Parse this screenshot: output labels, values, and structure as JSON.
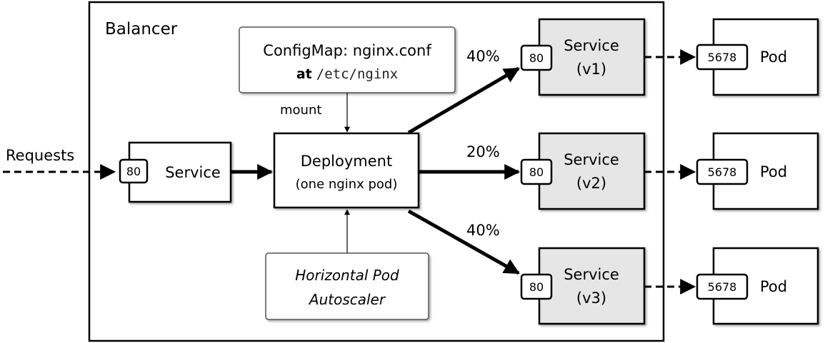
{
  "balancer": {
    "title": "Balancer"
  },
  "requests": {
    "label": "Requests"
  },
  "configmap": {
    "line1": "ConfigMap: nginx.conf",
    "line2_prefix": "at",
    "line2_path": "/etc/nginx"
  },
  "mount": {
    "label": "mount"
  },
  "entry_service": {
    "port": "80",
    "label": "Service"
  },
  "deployment": {
    "line1": "Deployment",
    "line2": "(one nginx pod)"
  },
  "hpa": {
    "line1": "Horizontal Pod",
    "line2": "Autoscaler"
  },
  "services": [
    {
      "port": "80",
      "line1": "Service",
      "line2": "(v1)",
      "weight": "40%"
    },
    {
      "port": "80",
      "line1": "Service",
      "line2": "(v2)",
      "weight": "20%"
    },
    {
      "port": "80",
      "line1": "Service",
      "line2": "(v3)",
      "weight": "40%"
    }
  ],
  "pods": [
    {
      "port": "5678",
      "label": "Pod"
    },
    {
      "port": "5678",
      "label": "Pod"
    },
    {
      "port": "5678",
      "label": "Pod"
    }
  ],
  "colors": {
    "service_fill": "#e6e6e6",
    "box_fill": "#ffffff",
    "stroke": "#000000",
    "configmap_stroke": "#555555"
  }
}
